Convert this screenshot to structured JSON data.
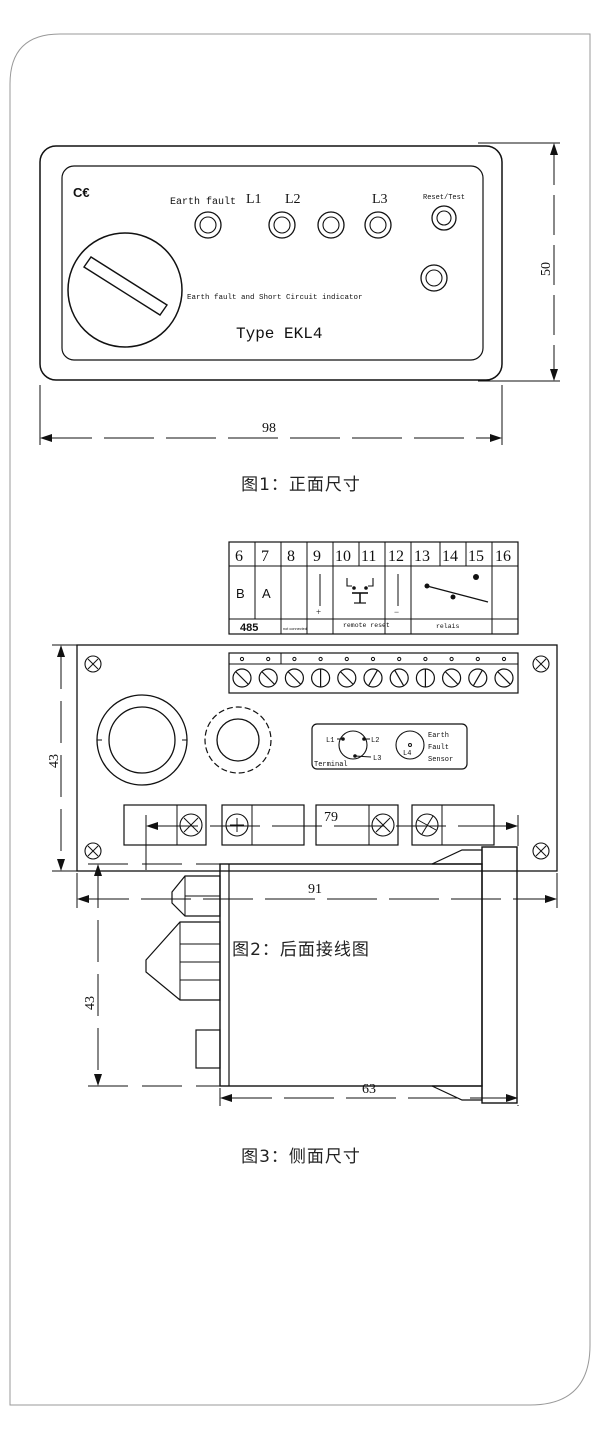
{
  "figure1": {
    "caption": "图1：正面尺寸",
    "ce_mark": "C€",
    "labels": {
      "earth_fault": "Earth fault",
      "l1": "L1",
      "l2": "L2",
      "l3": "L3",
      "reset_test": "Reset/Test",
      "indicator": "Earth fault and Short Circuit indicator",
      "type": "Type EKL4"
    },
    "dim_width": "98",
    "dim_height": "50"
  },
  "figure2": {
    "caption": "图2：后面接线图",
    "terminal_numbers": [
      "6",
      "7",
      "8",
      "9",
      "10",
      "11",
      "12",
      "13",
      "14",
      "15",
      "16"
    ],
    "row_b": "B",
    "row_a": "A",
    "label_485": "485",
    "label_not_connected": "not connected",
    "label_remote_reset": "remote reset",
    "label_relais": "relais",
    "sensor_l1": "L1",
    "sensor_l2": "L2",
    "sensor_l3": "L3",
    "sensor_l4": "L4",
    "terminal": "Terminal",
    "earth": "Earth",
    "fault": "Fault",
    "sensor": "Sensor",
    "dim_height": "43",
    "dim_width": "91"
  },
  "figure3": {
    "caption": "图3：侧面尺寸",
    "dim_top": "79",
    "dim_height": "43",
    "dim_bottom": "63"
  }
}
